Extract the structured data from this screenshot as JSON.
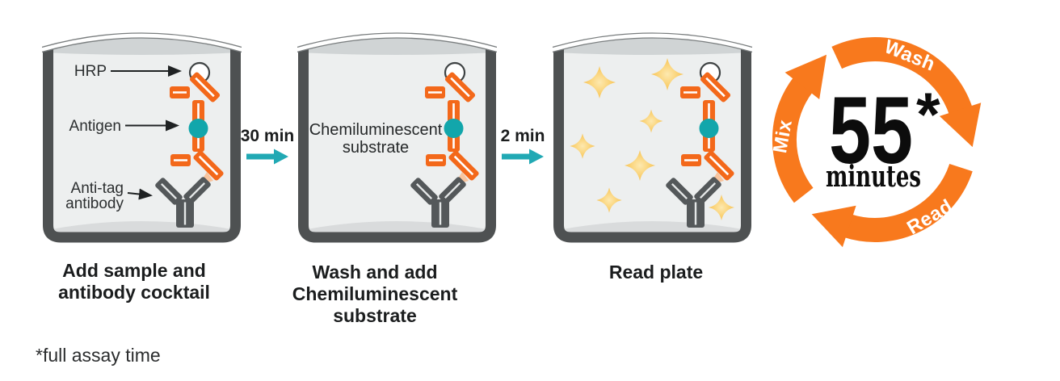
{
  "colors": {
    "orange": "#F3681A",
    "cycle_orange": "#F8791D",
    "teal_arrow": "#21A9B4",
    "antigen_teal": "#12A6AB",
    "wall_gray": "#4E5152",
    "antibody_gray": "#54585A",
    "sparkle_gold": "#F8C452",
    "tag_peach": "#F8C49E",
    "text_dark": "#1B1D1E"
  },
  "panels": [
    {
      "caption_lines": [
        "Add sample and",
        "antibody cocktail"
      ],
      "labels": {
        "hrp": "HRP",
        "antigen": "Antigen",
        "anti_tag_line1": "Anti-tag",
        "anti_tag_line2": "antibody"
      }
    },
    {
      "caption_lines": [
        "Wash and add",
        "Chemiluminescent",
        "substrate"
      ],
      "inner_label_lines": [
        "Chemiluminescent",
        "substrate"
      ]
    },
    {
      "caption_lines": [
        "Read plate"
      ]
    }
  ],
  "step_arrows": [
    {
      "label": "30 min"
    },
    {
      "label": "2 min"
    }
  ],
  "cycle": {
    "value": "55",
    "asterisk": "*",
    "unit": "minutes",
    "labels": {
      "top": "Wash",
      "left": "Mix",
      "bottom": "Read"
    }
  },
  "footnote": "*full assay time"
}
